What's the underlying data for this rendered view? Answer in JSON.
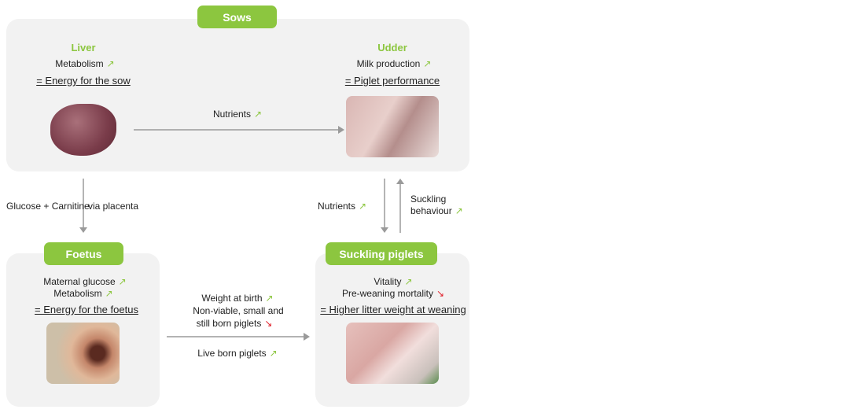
{
  "sows": {
    "label": "Sows",
    "liver": {
      "title": "Liver",
      "line1": "Metabolism",
      "summary": "= Energy for the sow"
    },
    "udder": {
      "title": "Udder",
      "line1": "Milk production",
      "summary": "= Piglet performance"
    },
    "arrow_label": "Nutrients"
  },
  "sow_to_foetus": {
    "left": "Glucose + Carnitine",
    "right": "via placenta"
  },
  "sow_piglet": {
    "down_label": "Nutrients",
    "up_label_1": "Suckling",
    "up_label_2": "behaviour"
  },
  "foetus": {
    "label": "Foetus",
    "line1": "Maternal glucose",
    "line2": "Metabolism",
    "summary": "= Energy for the foetus"
  },
  "birth": {
    "line1": "Weight at birth",
    "line2": "Non-viable, small and",
    "line3": "still born piglets",
    "line4": "Live born piglets"
  },
  "piglets": {
    "label": "Suckling piglets",
    "line1": "Vitality",
    "line2": "Pre-weaning mortality",
    "summary": "= Higher litter weight at weaning"
  },
  "icons": {
    "up": "↗",
    "down": "↘"
  },
  "colors": {
    "green": "#8cc63f",
    "red": "#e0202a",
    "box": "#f2f2f2",
    "arrow": "#9a9a9a"
  }
}
